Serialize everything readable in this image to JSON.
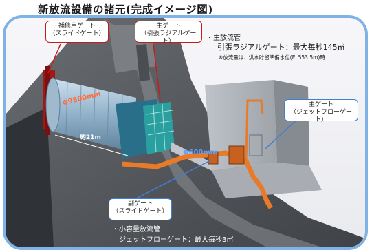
{
  "title": "新放流設備の諸元(完成イメージ図)",
  "callouts": {
    "maintenance_gate": {
      "line1": "補修用ゲート",
      "line2": "（スライドゲート）"
    },
    "main_gate_radial": {
      "line1": "主ゲート",
      "line2": "（引張ラジアルゲート）"
    },
    "main_gate_jetflow": {
      "line1": "主ゲート",
      "line2": "（ジェットフローゲート）"
    },
    "sub_gate": {
      "line1": "副ゲート",
      "line2": "（スライドゲート）"
    }
  },
  "specs": {
    "main_outlet": {
      "heading": "・主放流管",
      "detail": "引張ラジアルゲート：最大毎秒145㎥",
      "note": "※放流量は、洪水貯留準備水位(EL553.5m)時"
    },
    "small_outlet": {
      "heading": "・小容量放流管",
      "detail": "ジェットフローゲート：最大毎秒3㎥"
    }
  },
  "dimensions": {
    "big_pipe": "Φ9800mm",
    "length": "約21m",
    "small_pipe": "Φ600mm"
  },
  "colors": {
    "frame": "#7fb2e6",
    "callout_red": "#c81c1c",
    "callout_blue": "#3f7fd0",
    "pipe_orange": "#e87a2a",
    "gate_teal": "#2a9fa0",
    "concrete": "#5c5f63"
  }
}
